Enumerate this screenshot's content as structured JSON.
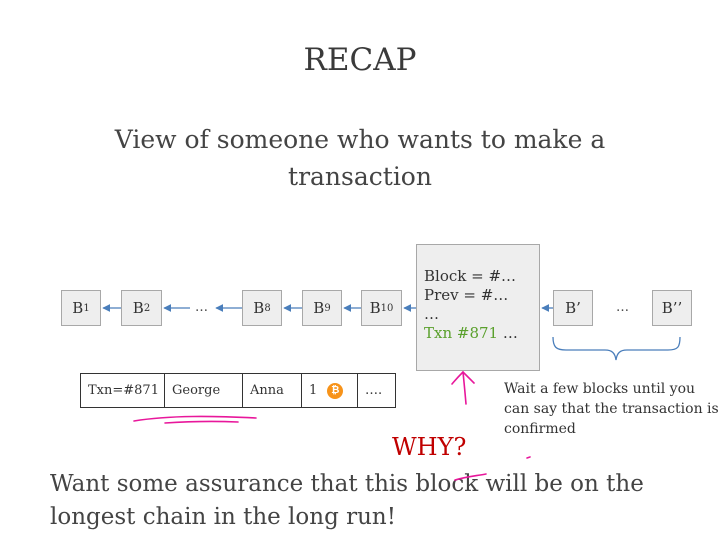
{
  "slide": {
    "title": "RECAP",
    "subtitle": "View of someone who wants to make a transaction"
  },
  "chain": {
    "blocks": [
      {
        "letter": "B",
        "sub": "1"
      },
      {
        "letter": "B",
        "sub": "2"
      },
      {
        "letter": "B",
        "sub": "8"
      },
      {
        "letter": "B",
        "sub": "9"
      },
      {
        "letter": "B",
        "sub": "10"
      }
    ],
    "ellipsis": "…",
    "future_blocks": [
      "B’",
      "B’’"
    ],
    "future_ellipsis": "…"
  },
  "block_detail": {
    "line1": "Block = #…",
    "line2": "Prev = #…",
    "line3": "…",
    "txn": "Txn #871",
    "txn_suffix": " …"
  },
  "transaction": {
    "cells": [
      "Txn=#871",
      "George",
      "Anna",
      "1"
    ],
    "coin_icon": "bitcoin-icon",
    "coin_glyph": "₿",
    "last": "…."
  },
  "note": "Wait a few blocks until you can say that the transaction is confirmed",
  "why": "WHY?",
  "conclusion": "Want some assurance that this block will be on the longest chain in the long run!",
  "colors": {
    "txn_green": "#5aa02c",
    "why_red": "#c00000",
    "annotation_magenta": "#e8179b",
    "arrow_blue": "#4a7ebb",
    "bitcoin_orange": "#f7931a"
  }
}
